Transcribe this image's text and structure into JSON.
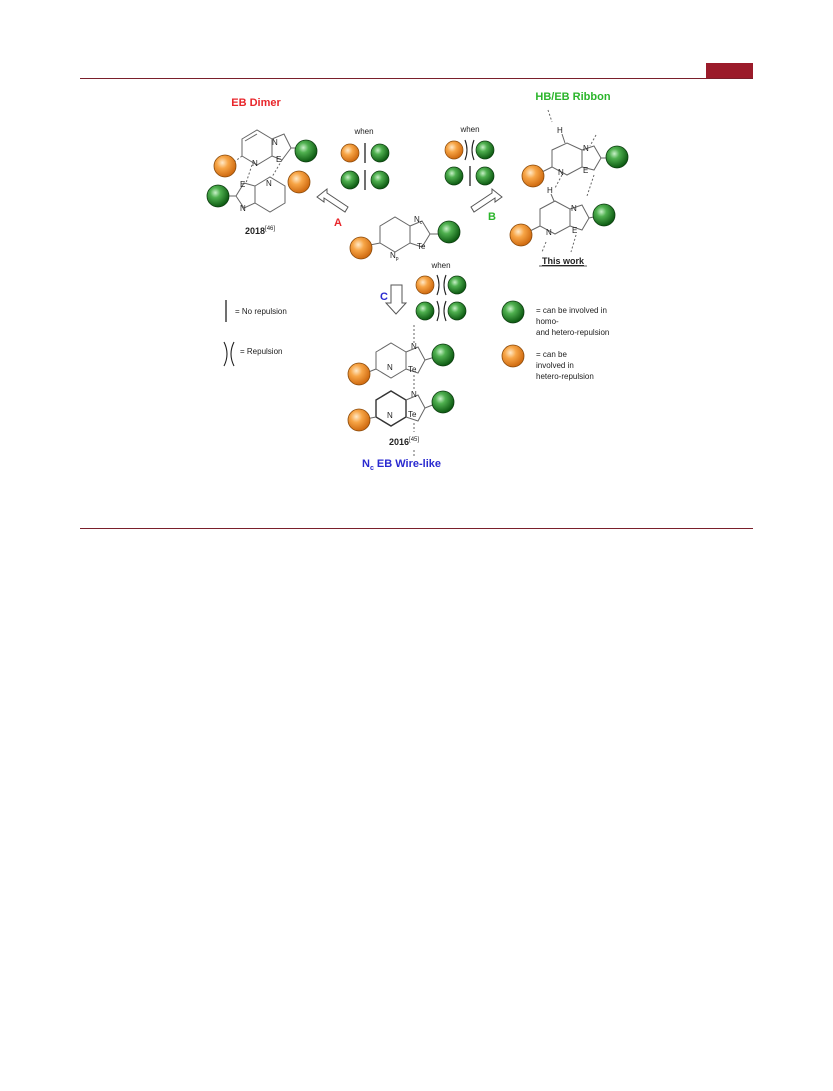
{
  "figure": {
    "eb_dimer_title": "EB Dimer",
    "hb_eb_title": "HB/EB Ribbon",
    "wire_title_main": "N",
    "wire_title_sub": "c",
    "wire_title_rest": " EB Wire-like",
    "year_2018": "2018",
    "ref_2018": "[46]",
    "year_2016": "2016",
    "ref_2016": "[45]",
    "this_work": "This work",
    "when": "when",
    "arrow_a": "A",
    "arrow_b": "B",
    "arrow_c": "C",
    "atoms": {
      "N": "N",
      "E": "E",
      "Te": "Te",
      "H": "H",
      "Nc": "N",
      "Nc_sub": "c",
      "Np": "N",
      "Np_sub": "p"
    },
    "legend": {
      "no_repulsion": "= No repulsion",
      "repulsion": "= Repulsion",
      "green_line1": "= can be involved in",
      "green_line2": "homo-",
      "green_line3": "and hetero-repulsion",
      "orange_line1": "= can be",
      "orange_line2": "involved in",
      "orange_line3": "hetero-repulsion"
    },
    "colors": {
      "red": "#e8262b",
      "green_text": "#2bb52b",
      "blue": "#2a2ad0",
      "rule": "#7a1f2b",
      "tab": "#9b1b2a"
    }
  }
}
